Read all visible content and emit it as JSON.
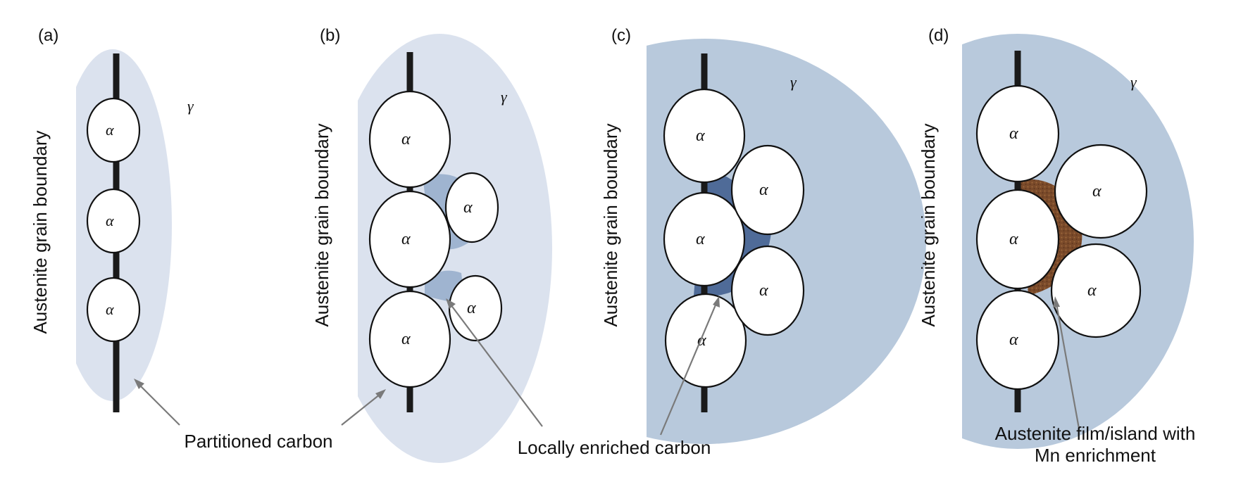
{
  "panels": [
    {
      "id": "a",
      "label": "(a)",
      "boundary_label": "Austenite grain boundary",
      "gamma": "γ",
      "alpha": "α"
    },
    {
      "id": "b",
      "label": "(b)",
      "boundary_label": "Austenite grain boundary",
      "gamma": "γ",
      "alpha": "α"
    },
    {
      "id": "c",
      "label": "(c)",
      "boundary_label": "Austenite grain boundary",
      "gamma": "γ",
      "alpha": "α"
    },
    {
      "id": "d",
      "label": "(d)",
      "boundary_label": "Austenite grain boundary",
      "gamma": "γ",
      "alpha": "α"
    }
  ],
  "annotations": {
    "partitioned_carbon": "Partitioned carbon",
    "locally_enriched_carbon": "Locally enriched carbon",
    "mn_film_line1": "Austenite film/island with",
    "mn_film_line2": "Mn enrichment"
  },
  "colors": {
    "light_gamma": "#dbe2ee",
    "medium_gamma": "#b8c9dc",
    "enriched_light": "#9fb4d0",
    "enriched_dark": "#4f6b98",
    "mn_brown": "#7a4a2a",
    "arrow": "#7a7a7a"
  }
}
